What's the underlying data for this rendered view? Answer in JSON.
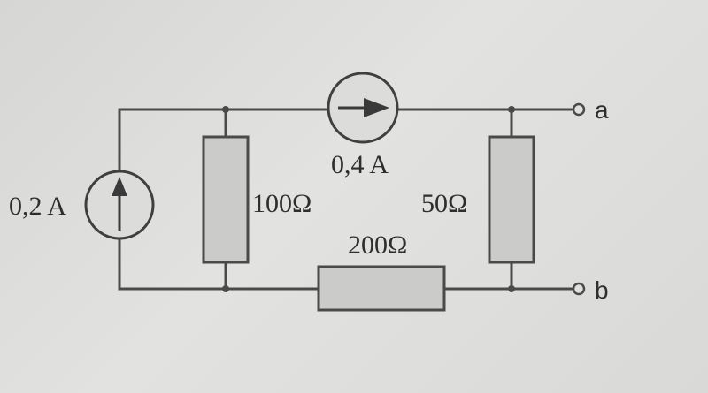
{
  "diagram": {
    "sources": [
      {
        "id": "left",
        "label": "0,2 A",
        "direction": "up"
      },
      {
        "id": "top",
        "label": "0,4 A",
        "direction": "right"
      }
    ],
    "resistors": [
      {
        "id": "r100",
        "label": "100Ω"
      },
      {
        "id": "r50",
        "label": "50Ω"
      },
      {
        "id": "r200",
        "label": "200Ω"
      }
    ],
    "terminals": {
      "a": "a",
      "b": "b"
    },
    "colors": {
      "wire": "#4a4a4a",
      "resistor_fill": "#cbcbc9",
      "background": "#dcdcda"
    }
  }
}
